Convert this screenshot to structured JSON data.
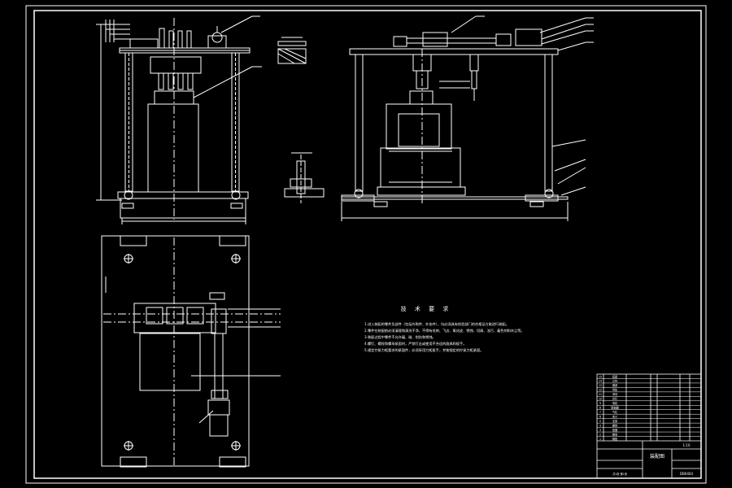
{
  "drawing": {
    "background": "#000000",
    "line_color": "#ffffff",
    "accent_color": "#ff3b3b"
  },
  "technical_requirements": {
    "title": "技 术 要 求",
    "lines": [
      "1.进入装配的零件及部件（包括外购件、外协件），均必须具有检验部门的合格证方能进行装配。",
      "2.零件在装配前必须清理和清洗干净，不得有毛刺、飞边、氧化皮、锈蚀、切屑、油污、着色剂和灰尘等。",
      "3.装配过程中零件不允许磕、碰、划伤和锈蚀。",
      "4.螺钉、螺栓和螺母紧固时，严禁打击或使用不合适的旋具和扳手。",
      "5.规定拧紧力矩要求的紧固件，必须采用力矩扳手，并按规定的拧紧力矩紧固。"
    ]
  },
  "title_block": {
    "drawing_title": "装配图",
    "drawing_number": "DB0404",
    "parts": [
      {
        "no": "15",
        "name": "底座"
      },
      {
        "no": "14",
        "name": "立柱"
      },
      {
        "no": "13",
        "name": "横梁"
      },
      {
        "no": "12",
        "name": "导轨"
      },
      {
        "no": "11",
        "name": "滑块"
      },
      {
        "no": "10",
        "name": "丝杠"
      },
      {
        "no": "9",
        "name": "电机"
      },
      {
        "no": "8",
        "name": "联轴器"
      },
      {
        "no": "7",
        "name": "气缸"
      },
      {
        "no": "6",
        "name": "夹爪"
      },
      {
        "no": "5",
        "name": "支架"
      },
      {
        "no": "4",
        "name": "螺栓"
      },
      {
        "no": "3",
        "name": "垫圈"
      },
      {
        "no": "2",
        "name": "螺母"
      },
      {
        "no": "1",
        "name": "脚垫"
      }
    ],
    "scale_label": "1:10",
    "sheet_label": "共1张 第1张"
  }
}
